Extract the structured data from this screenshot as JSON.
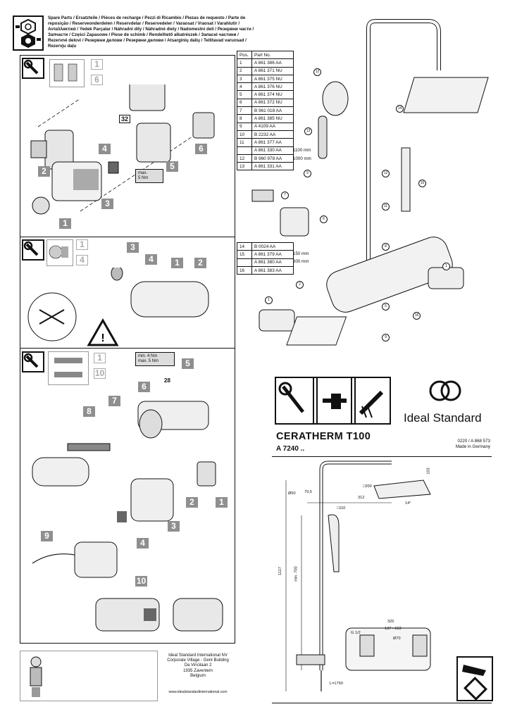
{
  "header": {
    "languages_text": "Spare Parts / Ersatzteile / Pièces de recharge / Pezzi di Ricambio / Piezas de requesto / Parte de reposição / Reserveonderdelen / Reservdelar / Reservedeler / Varaosat / Vraosat / Varahlutir / Ανταλλακτικά / Yedek Parçalar / Náhradní díly / Náhradné diely / Nadomestni deli / Резервни части / Запчасти / Części Zapasowe / Piese de schimb / Rendelhető alkatrészek / Запасні частини / Rezervné delovi / Резервни делови / Резервни делови / Atsarginių dalių / Tellitavad varuosad / Rezervju daļu",
    "icon": "spare-parts-nuts-icon"
  },
  "parts_table": {
    "headers": [
      "Pos.",
      "Part No."
    ],
    "rows": [
      {
        "pos": "1",
        "part": "A 861 386 AA",
        "note": ""
      },
      {
        "pos": "2",
        "part": "A 861 371 NU",
        "note": ""
      },
      {
        "pos": "3",
        "part": "A 861 375 NU",
        "note": ""
      },
      {
        "pos": "4",
        "part": "A 861 376 NU",
        "note": ""
      },
      {
        "pos": "5",
        "part": "A 861 374 NU",
        "note": ""
      },
      {
        "pos": "6",
        "part": "A 861 372 NU",
        "note": ""
      },
      {
        "pos": "7",
        "part": "B 961 018 AA",
        "note": ""
      },
      {
        "pos": "8",
        "part": "A 861 385 NU",
        "note": ""
      },
      {
        "pos": "9",
        "part": "A 4109 AA",
        "note": ""
      },
      {
        "pos": "10",
        "part": "B 2232 AA",
        "note": ""
      },
      {
        "pos": "11",
        "part": "A 861 377 AA",
        "note": "1100 mm"
      },
      {
        "pos": "",
        "part": "A 861 330 AA",
        "note": "1000 mm"
      },
      {
        "pos": "12",
        "part": "B 960 978 AA",
        "note": ""
      },
      {
        "pos": "13",
        "part": "A 861 331 AA",
        "note": ""
      }
    ]
  },
  "parts_table_2": {
    "rows": [
      {
        "pos": "14",
        "part": "B 0024 AA",
        "note": ""
      },
      {
        "pos": "15",
        "part": "A 861 379 AA",
        "note": "150 mm"
      },
      {
        "pos": "",
        "part": "A 861 380 AA",
        "note": "300 mm"
      },
      {
        "pos": "16",
        "part": "A 861 383 AA",
        "note": ""
      }
    ]
  },
  "panel1": {
    "steps": [
      "1",
      "2",
      "3",
      "4",
      "5",
      "6"
    ],
    "sequence": [
      "1",
      "6"
    ],
    "wrench_size": "32",
    "torque": "max.\n5 Nm"
  },
  "panel2": {
    "steps": [
      "1",
      "2",
      "3",
      "4"
    ],
    "sequence": [
      "1",
      "4"
    ]
  },
  "panel3": {
    "steps": [
      "1",
      "2",
      "3",
      "4",
      "5",
      "6",
      "7",
      "8",
      "9",
      "10"
    ],
    "sequence": [
      "1",
      "10"
    ],
    "torque_line1": "min. 4 Nm",
    "torque_line2": "max. 5 Nm",
    "wrench_size": "28"
  },
  "brand": {
    "name": "Ideal Standard",
    "product": "CERATHERM T100",
    "code": "A 7240 ..",
    "doc_no": "0220 / A 868 573",
    "made_in": "Made in Germany"
  },
  "address": {
    "lines": [
      "Ideal Standard International NV",
      "Corporate Village - Gent Building",
      "Da Vincilaan 2",
      "1935 Zaventem",
      "Belgium"
    ],
    "website": "www.idealstandardinternational.com"
  },
  "diagram_labels": {
    "callouts": [
      "1",
      "2",
      "3",
      "4",
      "5",
      "6",
      "7",
      "8",
      "9",
      "10",
      "11",
      "12",
      "13",
      "14",
      "15",
      "16"
    ]
  },
  "dimensions": {
    "d50": "Ø50",
    "d79_5": "79,5",
    "sq200": "□200",
    "l312": "312",
    "angle": "14°",
    "h103": "103",
    "sq110": "□110",
    "h1117": "1117",
    "min700": "min. 700",
    "w325": "325",
    "w137_163": "137 - 163",
    "g12": "G 1/2",
    "d70": "Ø70",
    "l1750": "L=1750"
  },
  "colors": {
    "step_box": "#8f8f8f",
    "ink": "#111111"
  }
}
